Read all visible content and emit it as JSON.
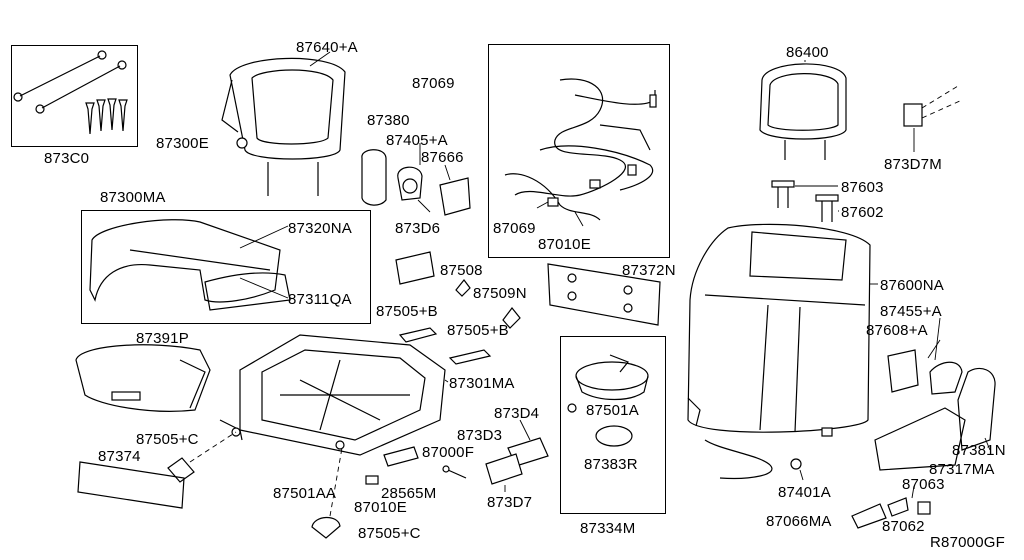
{
  "diagram": {
    "footer_code": "R87000GF",
    "labels": {
      "l_873C0": "873C0",
      "l_87640A": "87640+A",
      "l_87300E": "87300E",
      "l_87380": "87380",
      "l_87405A": "87405+A",
      "l_87666": "87666",
      "l_873D6": "873D6",
      "l_87300MA": "87300MA",
      "l_87320NA": "87320NA",
      "l_87311QA": "87311QA",
      "l_87069a": "87069",
      "l_87069b": "87069",
      "l_87010Ea": "87010E",
      "l_86400": "86400",
      "l_873D7M": "873D7M",
      "l_87603": "87603",
      "l_87602": "87602",
      "l_87508": "87508",
      "l_87509N": "87509N",
      "l_87372N": "87372N",
      "l_87600NA": "87600NA",
      "l_87455A": "87455+A",
      "l_87608A": "87608+A",
      "l_87505Ba": "87505+B",
      "l_87505Bb": "87505+B",
      "l_87391P": "87391P",
      "l_87301MA": "87301MA",
      "l_87501A": "87501A",
      "l_873D4": "873D4",
      "l_873D3": "873D3",
      "l_87383R": "87383R",
      "l_87505Ca": "87505+C",
      "l_87374": "87374",
      "l_87000F": "87000F",
      "l_87501AA": "87501AA",
      "l_28565M": "28565M",
      "l_87010Eb": "87010E",
      "l_873D7": "873D7",
      "l_87505Cb": "87505+C",
      "l_87334M": "87334M",
      "l_87381N": "87381N",
      "l_87317MA": "87317MA",
      "l_87401A": "87401A",
      "l_87063": "87063",
      "l_87066MA": "87066MA",
      "l_87062": "87062"
    }
  }
}
